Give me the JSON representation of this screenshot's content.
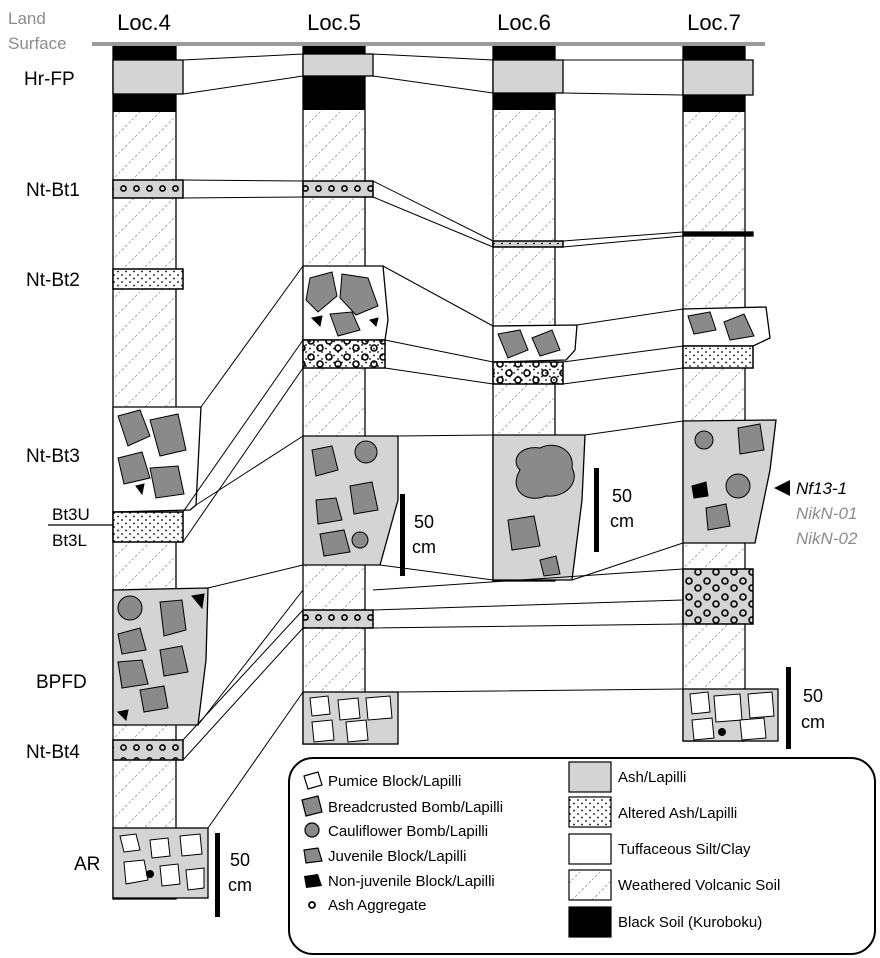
{
  "header": {
    "land_surface_line1": "Land",
    "land_surface_line2": "Surface"
  },
  "locations": [
    "Loc.4",
    "Loc.5",
    "Loc.6",
    "Loc.7"
  ],
  "layers": {
    "hr_fp": "Hr-FP",
    "nt_bt1": "Nt-Bt1",
    "nt_bt2": "Nt-Bt2",
    "nt_bt3": "Nt-Bt3",
    "bt3u": "Bt3U",
    "bt3l": "Bt3L",
    "bpfd": "BPFD",
    "nt_bt4": "Nt-Bt4",
    "ar": "AR"
  },
  "scale_bar": {
    "value": "50",
    "unit": "cm"
  },
  "samples": {
    "nf13": "Nf13-1",
    "nikn01": "NikN-01",
    "nikn02": "NikN-02"
  },
  "legend": {
    "left": [
      "Pumice Block/Lapilli",
      "Breadcrusted Bomb/Lapilli",
      "Cauliflower Bomb/Lapilli",
      "Juvenile Block/Lapilli",
      "Non-juvenile Block/Lapilli",
      "Ash Aggregate"
    ],
    "right": [
      "Ash/Lapilli",
      "Altered Ash/Lapilli",
      "Tuffaceous Silt/Clay",
      "Weathered Volcanic Soil",
      "Black Soil (Kuroboku)"
    ]
  },
  "colors": {
    "ash": "#d4d4d4",
    "juvenile": "#8a8a8a",
    "black_soil": "#000000",
    "surface_line": "#9a9a9a",
    "sample_gray": "#8c8c8c"
  }
}
